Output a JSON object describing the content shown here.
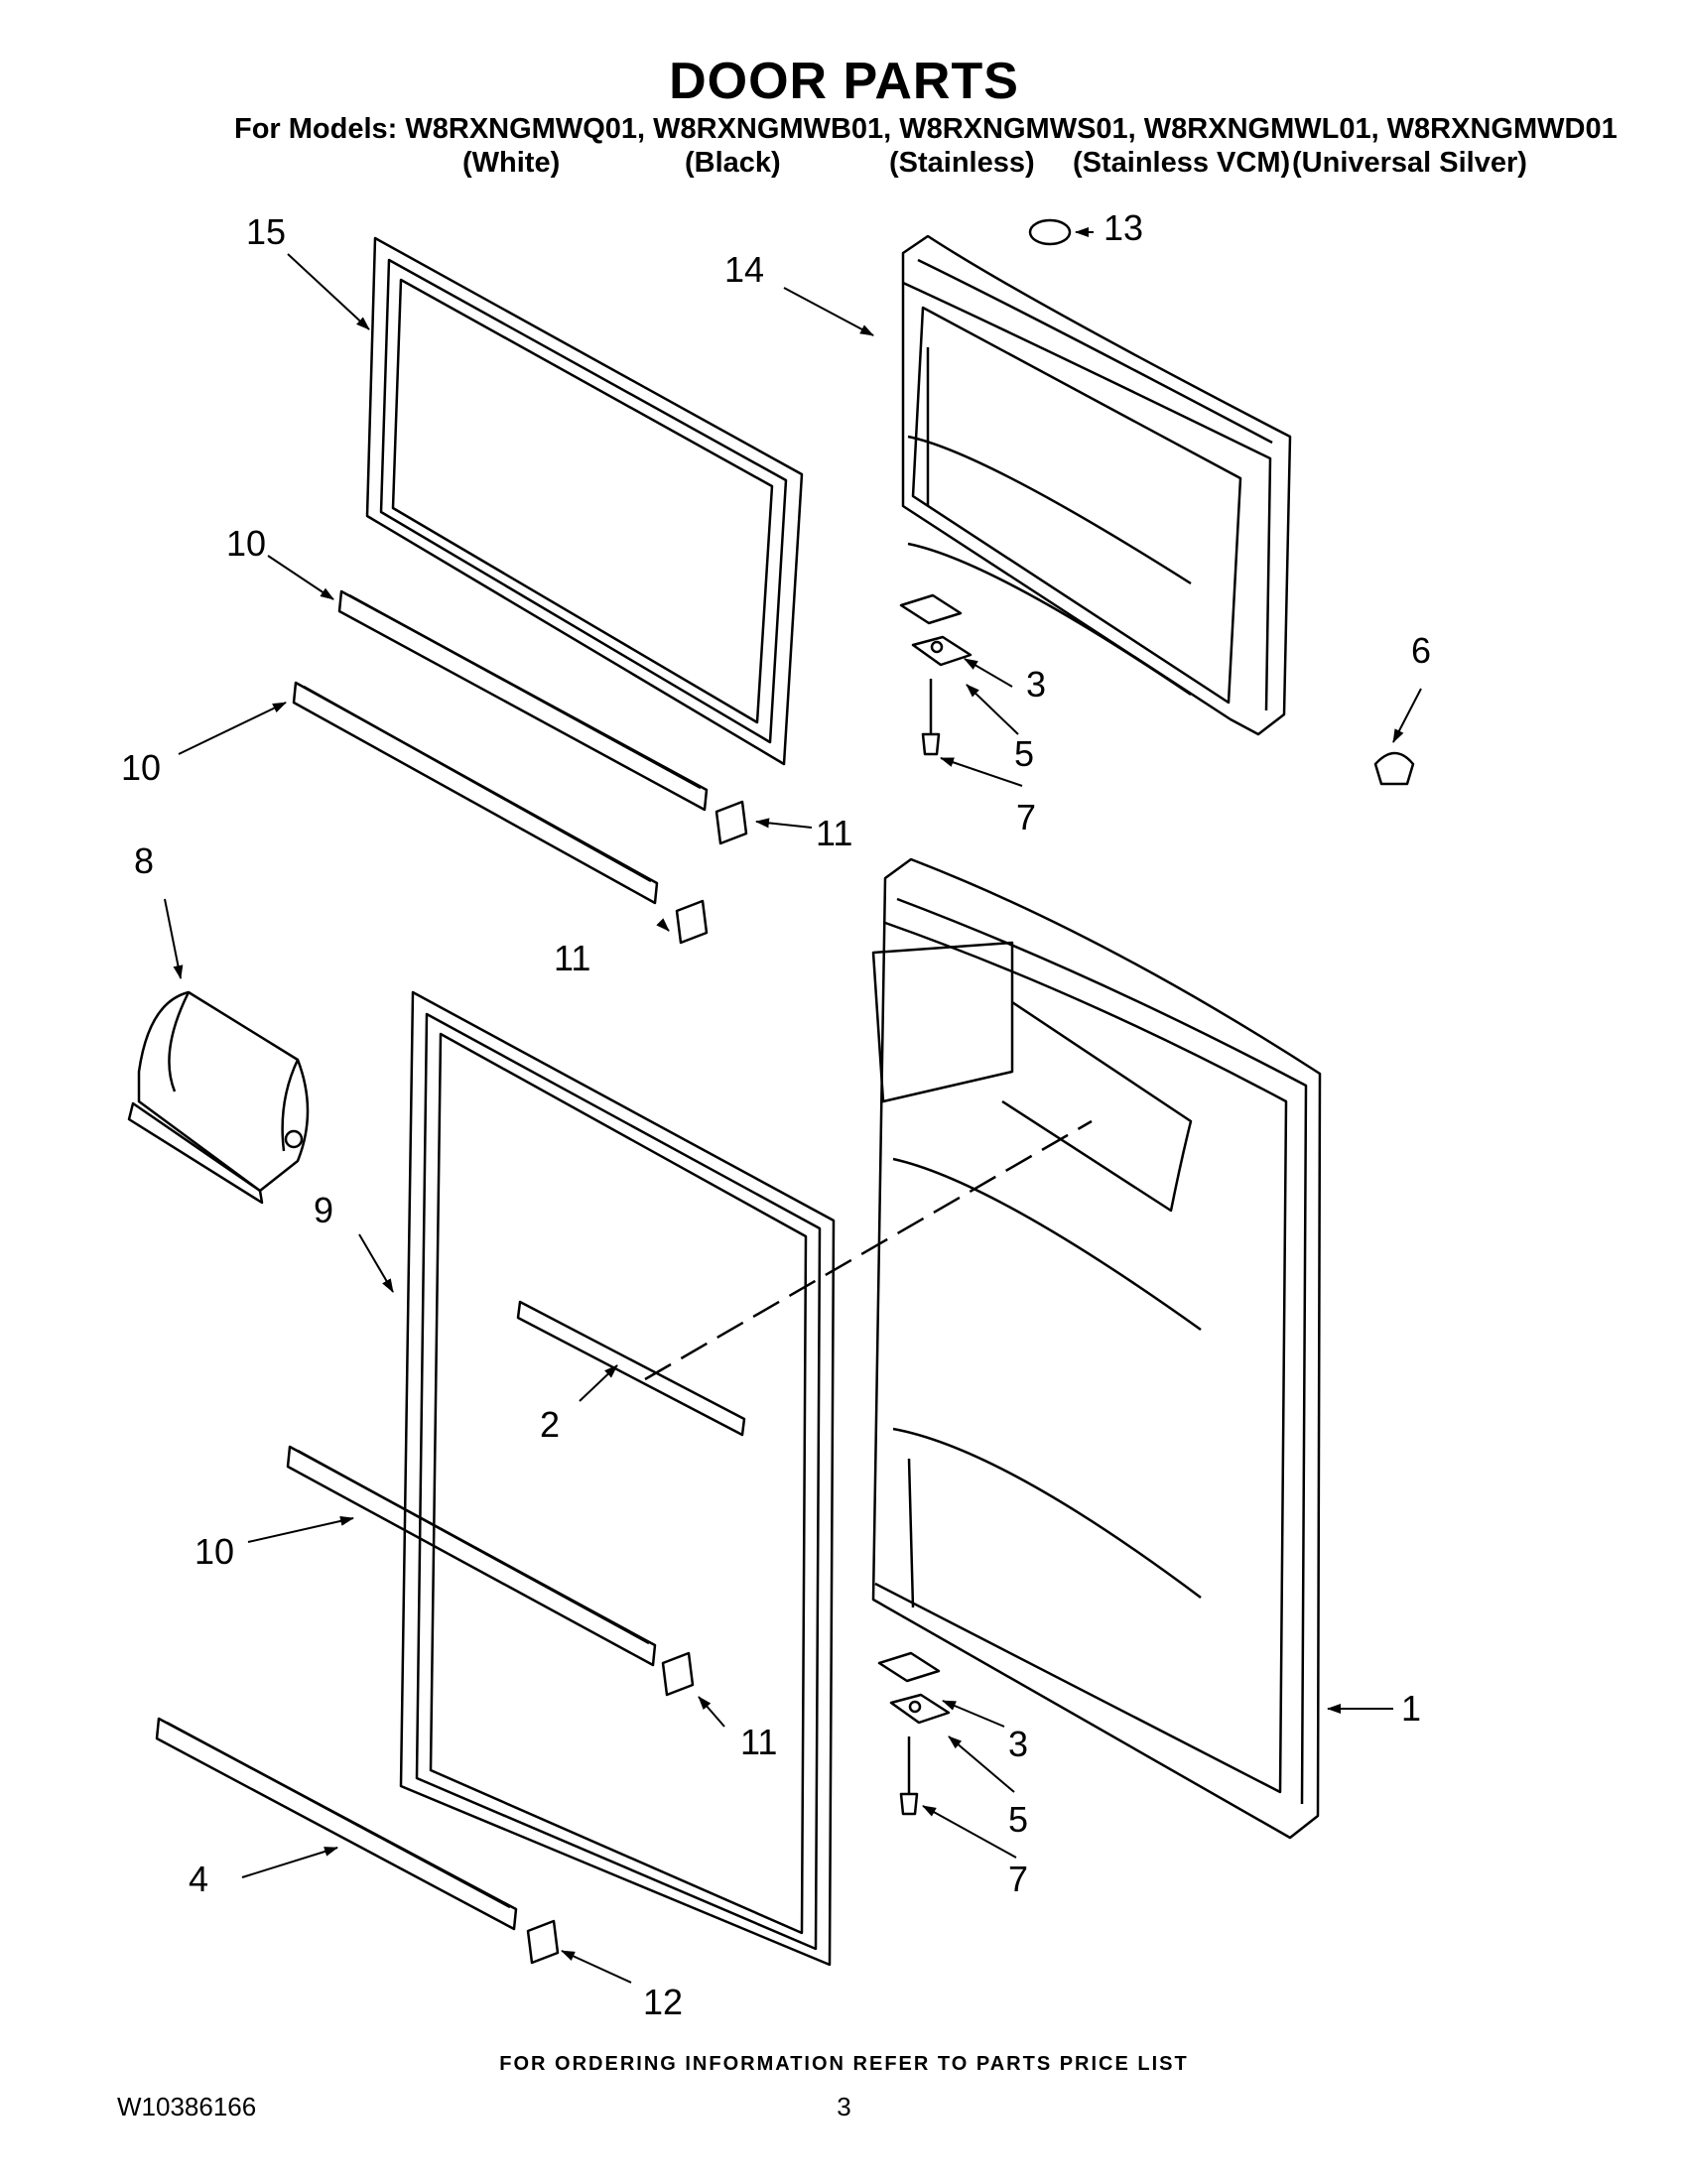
{
  "title": "DOOR PARTS",
  "models_line": "For Models: W8RXNGMWQ01, W8RXNGMWB01, W8RXNGMWS01, W8RXNGMWL01, W8RXNGMWD01",
  "variants": [
    "(White)",
    "(Black)",
    "(Stainless)",
    "(Stainless VCM)",
    "(Universal Silver)"
  ],
  "callouts": {
    "c1": "1",
    "c2": "2",
    "c3a": "3",
    "c3b": "3",
    "c4": "4",
    "c5a": "5",
    "c5b": "5",
    "c6": "6",
    "c7a": "7",
    "c7b": "7",
    "c8": "8",
    "c9": "9",
    "c10a": "10",
    "c10b": "10",
    "c10c": "10",
    "c11a": "11",
    "c11b": "11",
    "c11c": "11",
    "c12": "12",
    "c13": "13",
    "c14": "14",
    "c15": "15"
  },
  "footer_note": "FOR ORDERING INFORMATION REFER TO PARTS PRICE LIST",
  "doc_number": "W10386166",
  "page_number": "3"
}
